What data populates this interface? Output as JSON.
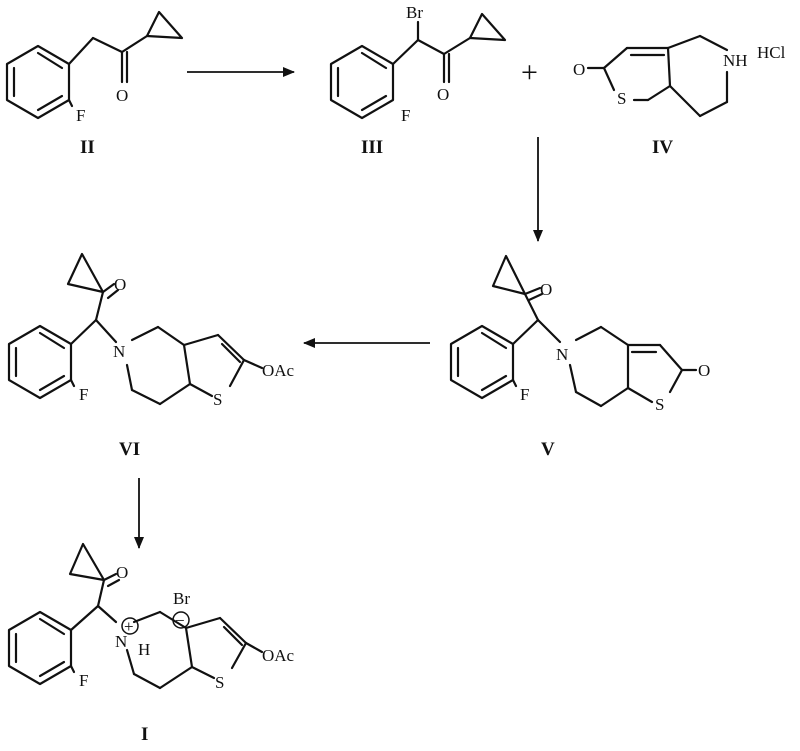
{
  "atoms": {
    "O": "O",
    "F": "F",
    "Br": "Br",
    "S": "S",
    "N": "N",
    "NH": "NH",
    "HCl": "HCl",
    "OAc": "OAc",
    "H": "H",
    "plus_charge": "+",
    "minus_charge": "−"
  },
  "labels": {
    "II": "II",
    "III": "III",
    "IV": "IV",
    "V": "V",
    "VI": "VI",
    "I": "I"
  },
  "plus_sign": "+"
}
